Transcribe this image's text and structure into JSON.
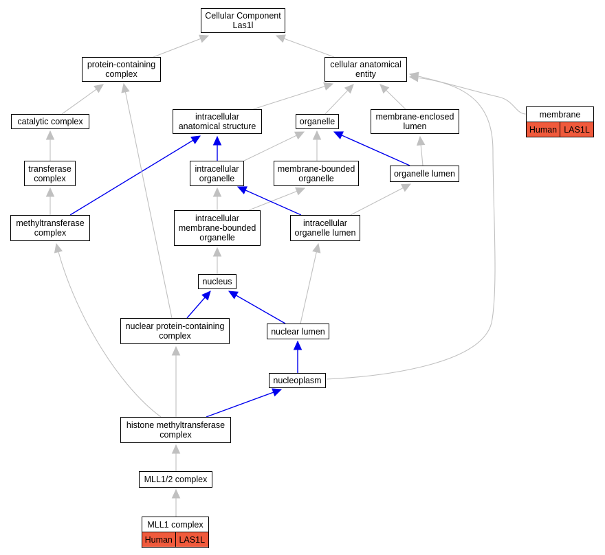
{
  "nodes": {
    "root": "Cellular Component\nLas1l",
    "protein_containing_complex": "protein-containing\ncomplex",
    "cellular_anatomical_entity": "cellular anatomical\nentity",
    "catalytic_complex": "catalytic complex",
    "intracellular_anatomical_structure": "intracellular\nanatomical structure",
    "organelle": "organelle",
    "membrane_enclosed_lumen": "membrane-enclosed\nlumen",
    "membrane": "membrane",
    "transferase_complex": "transferase\ncomplex",
    "intracellular_organelle": "intracellular\norganelle",
    "membrane_bounded_organelle": "membrane-bounded\norganelle",
    "organelle_lumen": "organelle lumen",
    "methyltransferase_complex": "methyltransferase\ncomplex",
    "intracellular_membrane_bounded_organelle": "intracellular\nmembrane-bounded\norganelle",
    "intracellular_organelle_lumen": "intracellular\norganelle lumen",
    "nucleus": "nucleus",
    "nuclear_protein_containing_complex": "nuclear protein-containing\ncomplex",
    "nuclear_lumen": "nuclear lumen",
    "nucleoplasm": "nucleoplasm",
    "histone_methyltransferase_complex": "histone methyltransferase\ncomplex",
    "mll1_2_complex": "MLL1/2 complex",
    "mll1_complex": "MLL1 complex"
  },
  "annotations": {
    "membrane": [
      "Human",
      "LAS1L"
    ],
    "mll1_complex": [
      "Human",
      "LAS1L"
    ]
  },
  "colors": {
    "is_a_edge": "#c0c0c0",
    "part_of_edge": "#0000ee",
    "annotation_fill": "#f05a3c"
  }
}
